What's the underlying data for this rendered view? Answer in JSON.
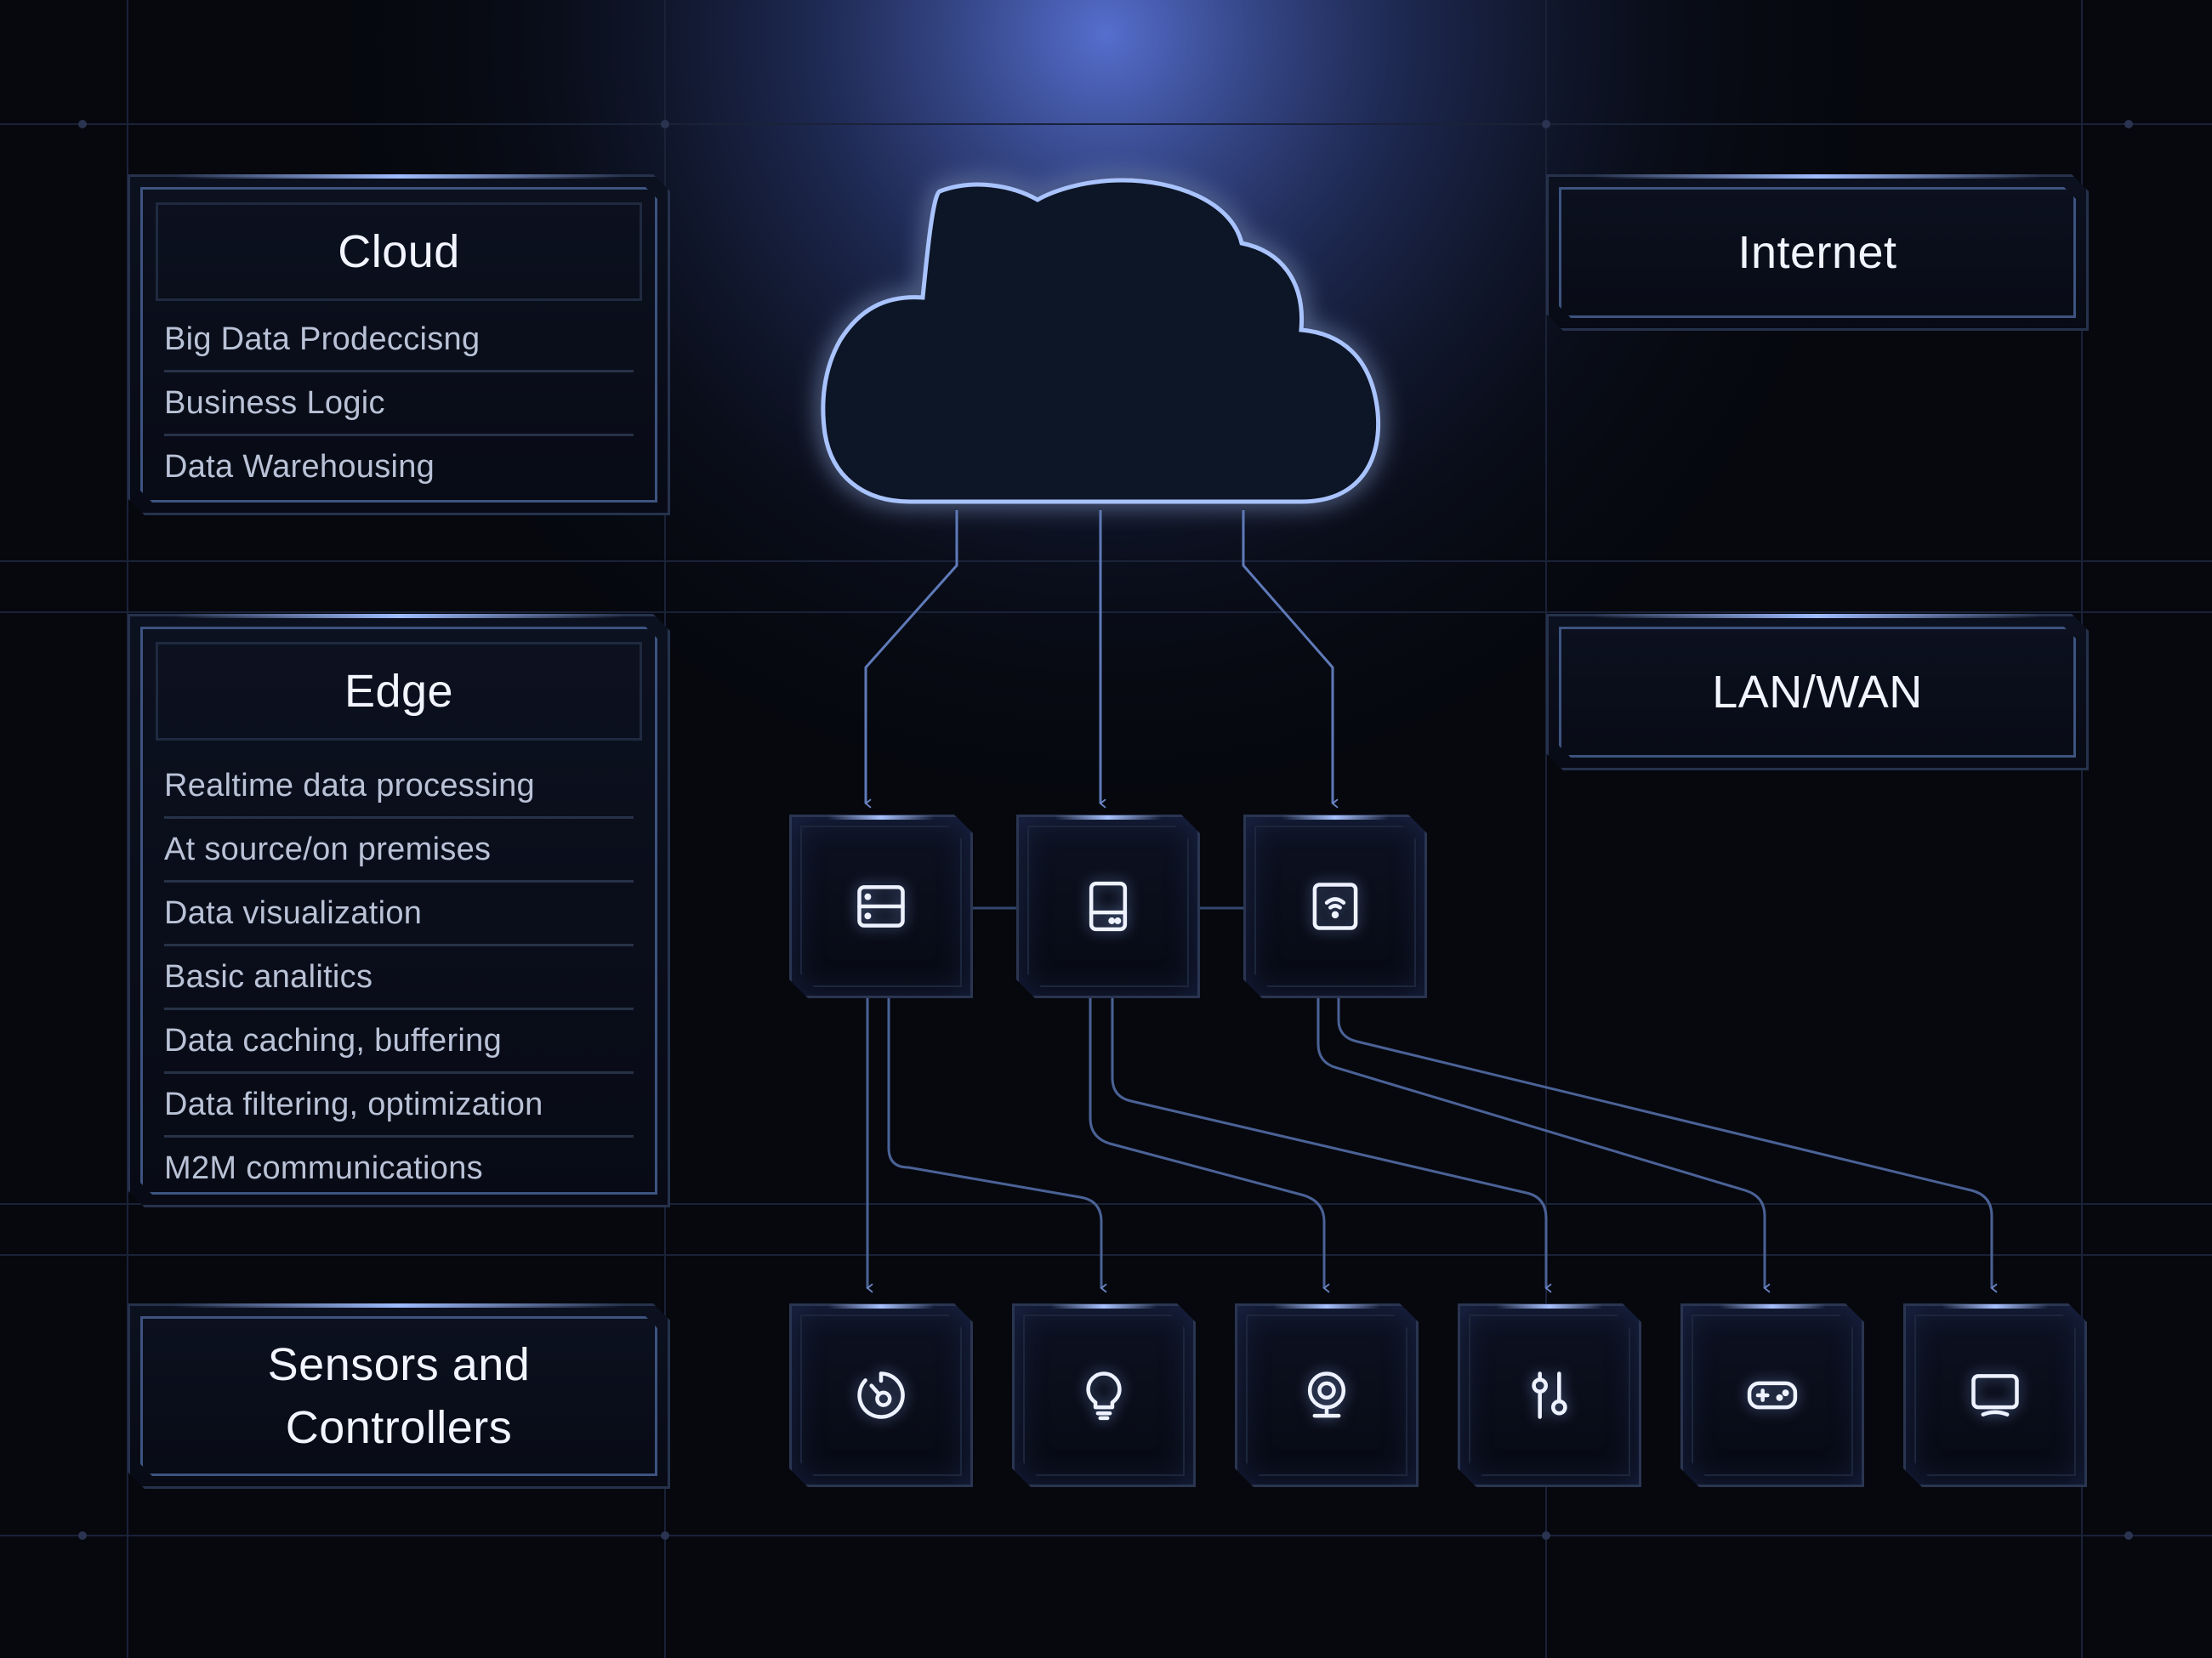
{
  "panels": {
    "cloud": {
      "title": "Cloud",
      "items": [
        "Big Data Prodeccisng",
        "Business Logic",
        "Data Warehousing"
      ]
    },
    "edge": {
      "title": "Edge",
      "items": [
        "Realtime data processing",
        "At source/on premises",
        "Data visualization",
        "Basic analitics",
        "Data caching, buffering",
        "Data filtering, optimization",
        "M2M communications"
      ]
    },
    "sensors": {
      "title": "Sensors and Controllers"
    },
    "internet": {
      "title": "Internet"
    },
    "lan_wan": {
      "title": "LAN/WAN"
    }
  },
  "edge_devices": [
    {
      "icon": "server-icon"
    },
    {
      "icon": "hard-drive-icon"
    },
    {
      "icon": "wifi-router-icon"
    }
  ],
  "end_devices": [
    {
      "icon": "dial-gauge-icon"
    },
    {
      "icon": "light-bulb-icon"
    },
    {
      "icon": "webcam-icon"
    },
    {
      "icon": "sliders-icon"
    },
    {
      "icon": "gamepad-icon"
    },
    {
      "icon": "monitor-icon"
    }
  ],
  "colors": {
    "background": "#06080e",
    "glow": "#5c7fe0",
    "connector": "#5f7ab8",
    "panel_border": "#3d5380"
  }
}
